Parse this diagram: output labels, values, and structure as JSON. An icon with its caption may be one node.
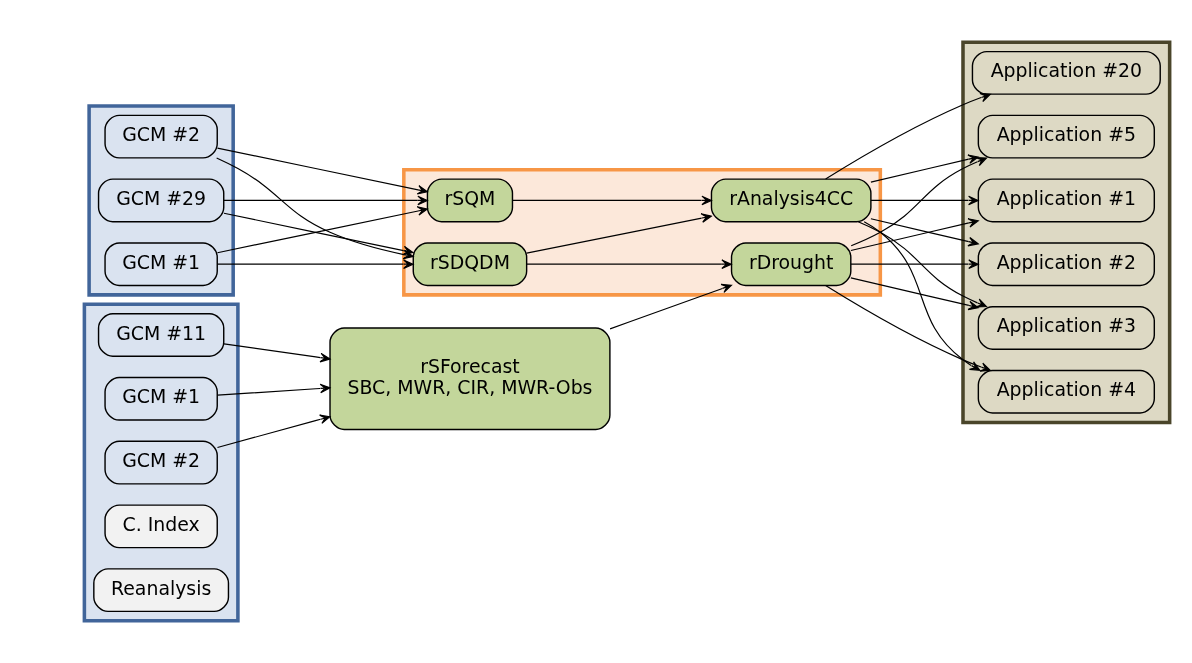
{
  "diagram": {
    "nodes": [
      {
        "text": [],
        "shape": "box"
      },
      {
        "text": [
          "GCM #1"
        ],
        "in": 0
      },
      {
        "text": [
          "GCM #2"
        ],
        "in": 0
      },
      {
        "text": [
          "GCM #29"
        ],
        "in": 0
      },
      {
        "text": [],
        "shape": "box"
      },
      {
        "text": [
          "rSQM"
        ],
        "in": 4
      },
      {
        "text": [
          "rSDQDM"
        ],
        "in": 4
      },
      {
        "text": [
          "rAnalysis4CC"
        ],
        "in": 4
      },
      {
        "text": [
          "rDrought"
        ],
        "in": 4
      },
      {
        "text": [],
        "shape": "box"
      },
      {
        "text": [
          "GCM #1"
        ],
        "in": 9
      },
      {
        "text": [
          "GCM #2"
        ],
        "in": 9
      },
      {
        "text": [
          "GCM #11"
        ],
        "in": 9
      },
      {
        "text": [
          "C. Index"
        ],
        "in": 9
      },
      {
        "text": [
          "Reanalysis"
        ],
        "in": 9
      },
      {
        "text": [
          "rSForecast",
          "SBC, MWR, CIR, MWR-Obs"
        ]
      },
      {
        "text": [],
        "shape": "box"
      },
      {
        "text": [
          "Application #1"
        ],
        "in": 16
      },
      {
        "text": [
          "Application #2"
        ],
        "in": 16
      },
      {
        "text": [
          "Application #3"
        ],
        "in": 16
      },
      {
        "text": [
          "Application #4"
        ],
        "in": 16
      },
      {
        "text": [
          "Application #5"
        ],
        "in": 16
      },
      {
        "text": [
          "Application #20"
        ],
        "in": 16
      }
    ],
    "edges": [
      {
        "from": 1,
        "to": 5,
        "arrow": "to"
      },
      {
        "from": 1,
        "to": 6,
        "arrow": "to"
      },
      {
        "from": 2,
        "to": 5,
        "arrow": "to"
      },
      {
        "from": 2,
        "to": 6,
        "arrow": "to"
      },
      {
        "from": 3,
        "to": 5,
        "arrow": "to"
      },
      {
        "from": 3,
        "to": 6,
        "arrow": "to"
      },
      {
        "from": 5,
        "to": 7,
        "arrow": "to"
      },
      {
        "from": 6,
        "to": 7,
        "arrow": "to"
      },
      {
        "from": 6,
        "to": 8,
        "arrow": "to"
      },
      {
        "from": 10,
        "to": 15,
        "arrow": "to"
      },
      {
        "from": 11,
        "to": 15,
        "arrow": "to"
      },
      {
        "from": 12,
        "to": 15,
        "arrow": "to"
      },
      {
        "from": 15,
        "to": 8,
        "arrow": "to"
      },
      {
        "from": 7,
        "to": 17,
        "arrow": "to"
      },
      {
        "from": 7,
        "to": 18,
        "arrow": "to"
      },
      {
        "from": 7,
        "to": 19,
        "arrow": "to"
      },
      {
        "from": 7,
        "to": 20,
        "arrow": "to"
      },
      {
        "from": 7,
        "to": 21,
        "arrow": "to"
      },
      {
        "from": 7,
        "to": 22,
        "arrow": "to"
      },
      {
        "from": 8,
        "to": 17,
        "arrow": "to"
      },
      {
        "from": 8,
        "to": 18,
        "arrow": "to"
      },
      {
        "from": 8,
        "to": 19,
        "arrow": "to"
      },
      {
        "from": 8,
        "to": 20,
        "arrow": "to"
      },
      {
        "from": 8,
        "to": 21,
        "arrow": "to"
      }
    ]
  }
}
